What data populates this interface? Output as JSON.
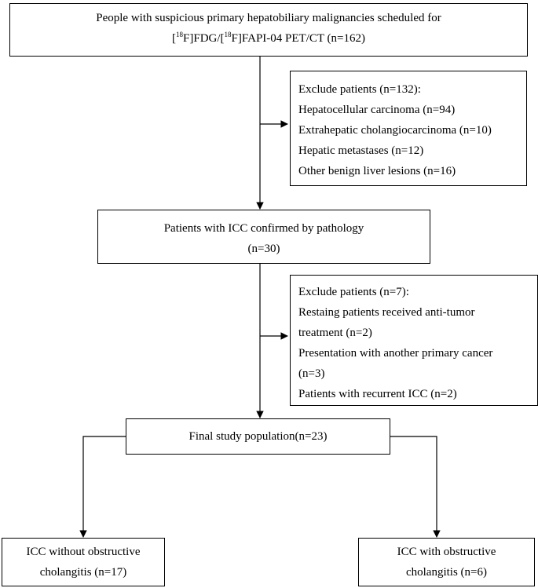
{
  "diagram": {
    "top_box": {
      "line1": "People with suspicious primary hepatobiliary malignancies scheduled for",
      "line2": {
        "bracket_open": "[",
        "sup": "18",
        "seg1": "F]FDG/[",
        "sup2": "18",
        "seg2": "F]FAPI-04 PET/CT (n=162)"
      }
    },
    "exclude1": {
      "lines": [
        "Exclude patients (n=132):",
        "Hepatocellular carcinoma (n=94)",
        "Extrahepatic cholangiocarcinoma (n=10)",
        "Hepatic metastases (n=12)",
        "Other benign liver lesions (n=16)"
      ]
    },
    "icc_box": {
      "line1": "Patients with ICC confirmed by pathology",
      "line2": "(n=30)"
    },
    "exclude2": {
      "lines": [
        "Exclude patients (n=7):",
        "Restaing patients received anti-tumor",
        "treatment (n=2)",
        "Presentation with another primary cancer",
        "(n=3)",
        "Patients with recurrent ICC (n=2)"
      ]
    },
    "final_box": {
      "label": "Final study population(n=23)"
    },
    "left_result": {
      "line1": "ICC without obstructive",
      "line2": "cholangitis (n=17)"
    },
    "right_result": {
      "line1": "ICC with obstructive",
      "line2": "cholangitis (n=6)"
    }
  }
}
